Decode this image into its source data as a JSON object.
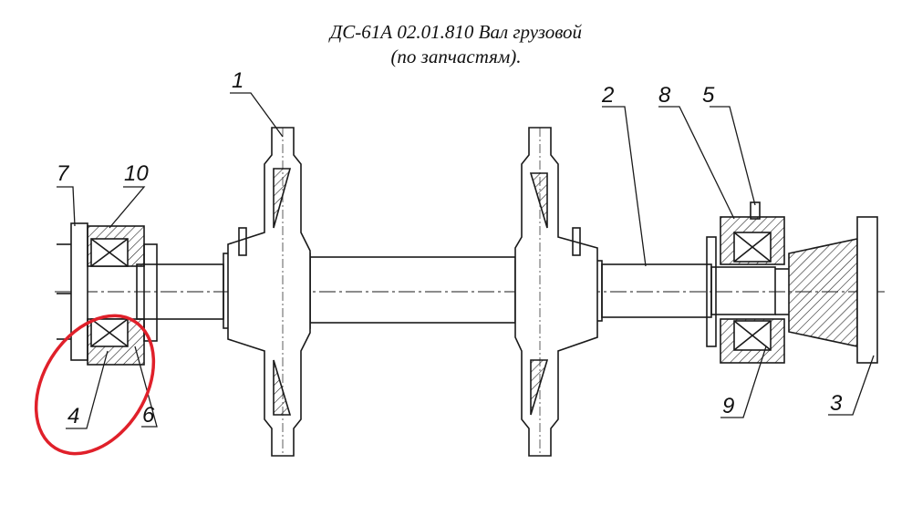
{
  "title": {
    "line1": "ДС-61А 02.01.810 Вал грузовой",
    "line2": "(по запчастям)."
  },
  "labels": {
    "l1": "1",
    "l2": "2",
    "l3": "3",
    "l4": "4",
    "l5": "5",
    "l6": "6",
    "l7": "7",
    "l8": "8",
    "l9": "9",
    "l10": "10"
  },
  "highlight": {
    "target_label": "4",
    "color": "#e0202a"
  },
  "colors": {
    "ink": "#1a1a1a",
    "highlight": "#e0202a"
  }
}
